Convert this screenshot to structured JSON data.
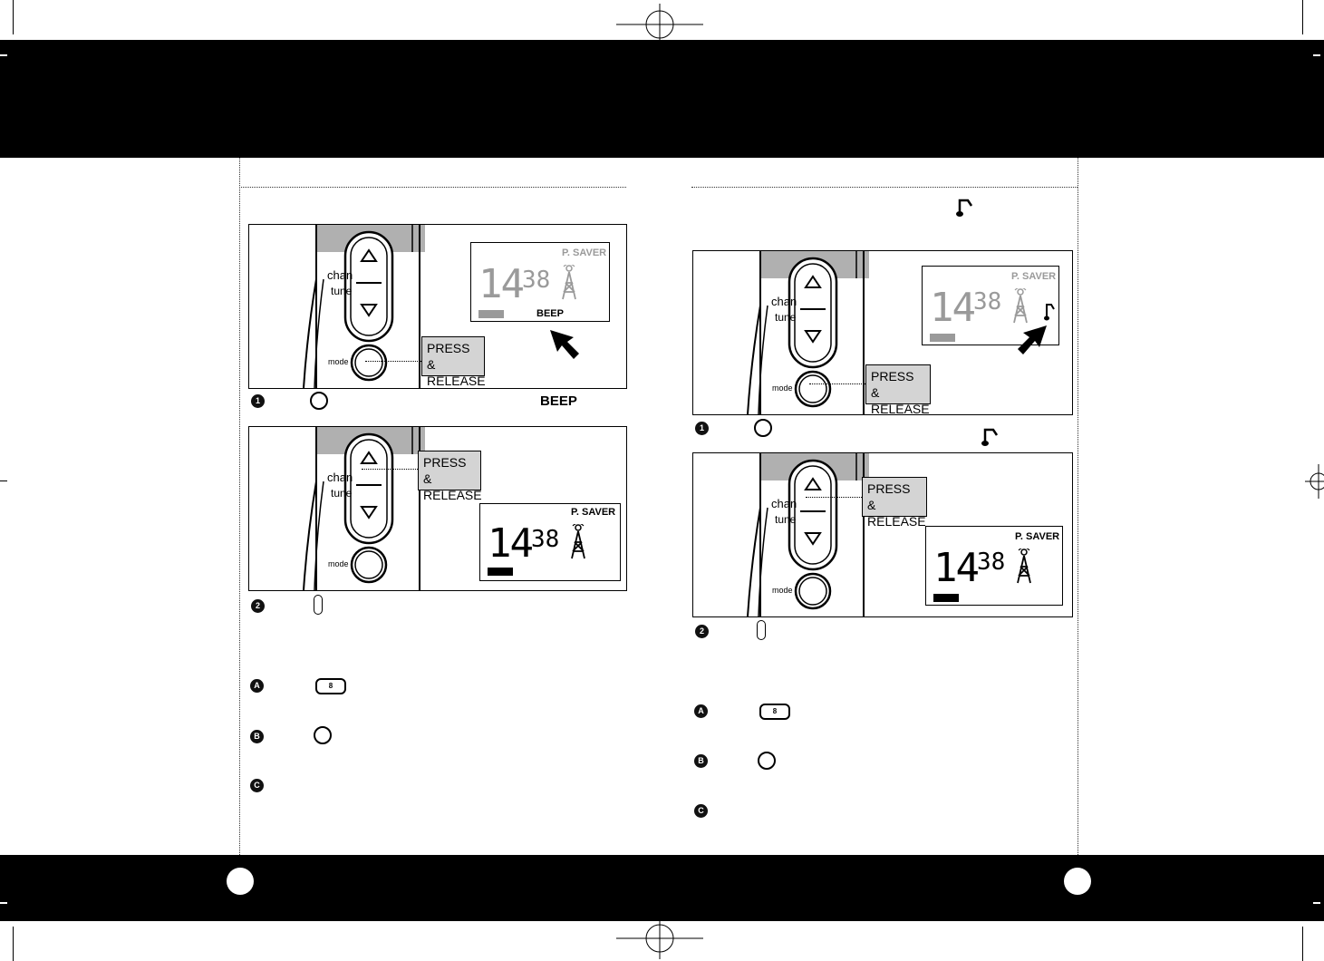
{
  "lcd_text": {
    "channel": "14",
    "subcode": "38",
    "power_saver": "P. SAVER",
    "beep": "BEEP"
  },
  "callout": {
    "line1": "PRESS &",
    "line2": "RELEASE"
  },
  "device": {
    "chan_label": "chan",
    "tune_label": "tune",
    "mode_label": "mode"
  },
  "steps": {
    "step1": "1",
    "step2": "2",
    "stepA": "A",
    "stepB": "B",
    "stepC": "C"
  },
  "inline_beep": "BEEP",
  "key_label": "8",
  "icons": [
    "mode-button-icon",
    "chan-tune-button-icon",
    "lighted-key-icon",
    "music-note-icon",
    "tower-icon",
    "battery-icon",
    "arrow-pointer-icon"
  ],
  "colors": {
    "band": "#000000",
    "callout_fill": "#d4d4d4",
    "device_gray": "#b0b0b0",
    "lcd_dim": "#9a9a9a"
  }
}
